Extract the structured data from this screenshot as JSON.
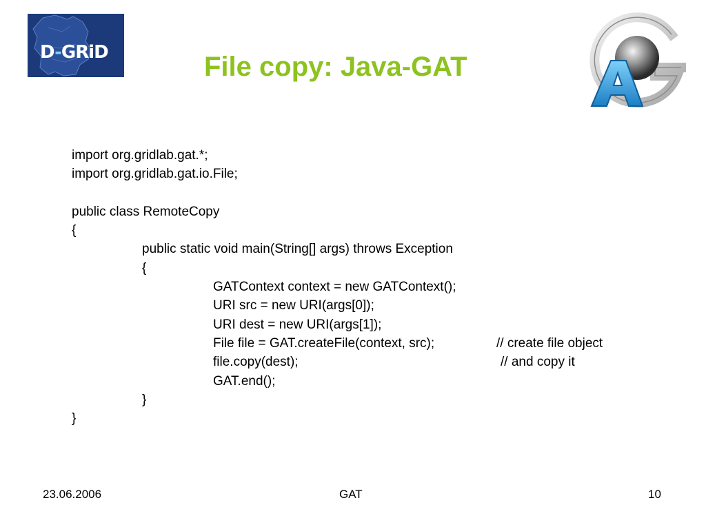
{
  "header": {
    "title": "File copy: Java-GAT",
    "left_logo": {
      "prefix": "D",
      "dash": "-",
      "suffix": "GRiD",
      "icon": "d-grid-logo-icon"
    },
    "right_logo": {
      "letter": "A",
      "icon": "gat-logo-icon"
    }
  },
  "code": {
    "lines": [
      "import org.gridlab.gat.*;",
      "import org.gridlab.gat.io.File;",
      "",
      "public class RemoteCopy",
      "{",
      "public static void main(String[] args) throws Exception",
      "{",
      "GATContext context = new GATContext();",
      "URI src = new URI(args[0]);",
      "URI dest = new URI(args[1]);",
      "File file = GAT.createFile(context, src);",
      "file.copy(dest);",
      "GAT.end();",
      "}",
      "}"
    ],
    "comments": {
      "create": "// create file object",
      "copy": "// and copy it"
    }
  },
  "footer": {
    "date": "23.06.2006",
    "center": "GAT",
    "page": "10"
  },
  "colors": {
    "title": "#8dc21f",
    "dgrid_bg": "#1c3a7a",
    "gat_blue": "#1f8fd6"
  }
}
